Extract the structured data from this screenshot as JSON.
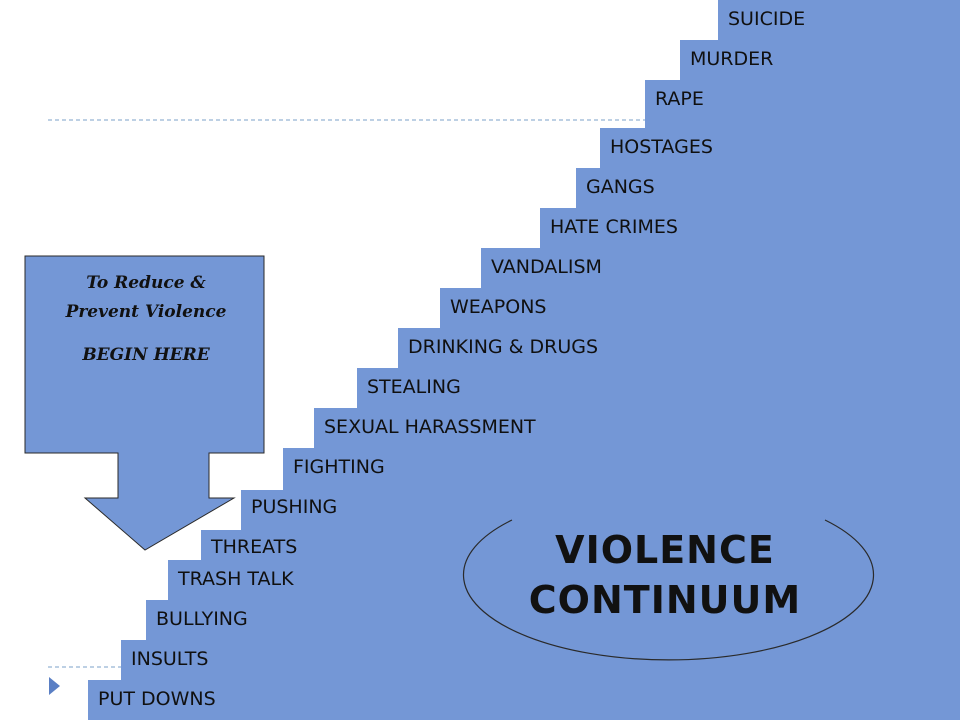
{
  "steps": [
    {
      "label": "PUT DOWNS"
    },
    {
      "label": "INSULTS"
    },
    {
      "label": "BULLYING"
    },
    {
      "label": "TRASH TALK"
    },
    {
      "label": "THREATS"
    },
    {
      "label": "PUSHING"
    },
    {
      "label": "FIGHTING"
    },
    {
      "label": "SEXUAL HARASSMENT"
    },
    {
      "label": "STEALING"
    },
    {
      "label": "DRINKING & DRUGS"
    },
    {
      "label": "WEAPONS"
    },
    {
      "label": "VANDALISM"
    },
    {
      "label": "HATE CRIMES"
    },
    {
      "label": "GANGS"
    },
    {
      "label": "HOSTAGES"
    },
    {
      "label": "RAPE"
    },
    {
      "label": "MURDER"
    },
    {
      "label": "SUICIDE"
    }
  ],
  "callout": {
    "line1": "To Reduce &",
    "line2": "Prevent Violence",
    "line3": "BEGIN HERE"
  },
  "title": {
    "line1": "VIOLENCE",
    "line2": "CONTINUUM"
  },
  "colors": {
    "staircase": "#7497d6",
    "callout": "#7497d6",
    "outline": "#2a2a2a",
    "bullet": "#5a7fc4",
    "dashed_line": "#7ba1c9"
  }
}
